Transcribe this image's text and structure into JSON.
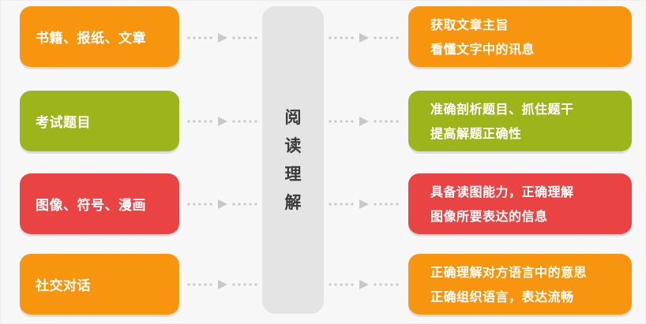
{
  "left": [
    {
      "text": "书籍、报纸、文章",
      "color": "#f7950e"
    },
    {
      "text": "考试题目",
      "color": "#9db41b"
    },
    {
      "text": "图像、符号、漫画",
      "color": "#e94443"
    },
    {
      "text": "社交对话",
      "color": "#f7950e"
    }
  ],
  "center": {
    "chars": [
      "阅",
      "读",
      "理",
      "解"
    ]
  },
  "right": [
    {
      "line1": "获取文章主旨",
      "line2": "看懂文字中的讯息",
      "color": "#f7950e"
    },
    {
      "line1": "准确剖析题目、抓住题干",
      "line2": "提高解题正确性",
      "color": "#9db41b"
    },
    {
      "line1": "具备读图能力，正确理解",
      "line2": "图像所要表达的信息",
      "color": "#e94443"
    },
    {
      "line1": "正确理解对方语言中的意思",
      "line2": "正确组织语言，表达流畅",
      "color": "#f7950e"
    }
  ],
  "connector_color": "#c8c8c8"
}
